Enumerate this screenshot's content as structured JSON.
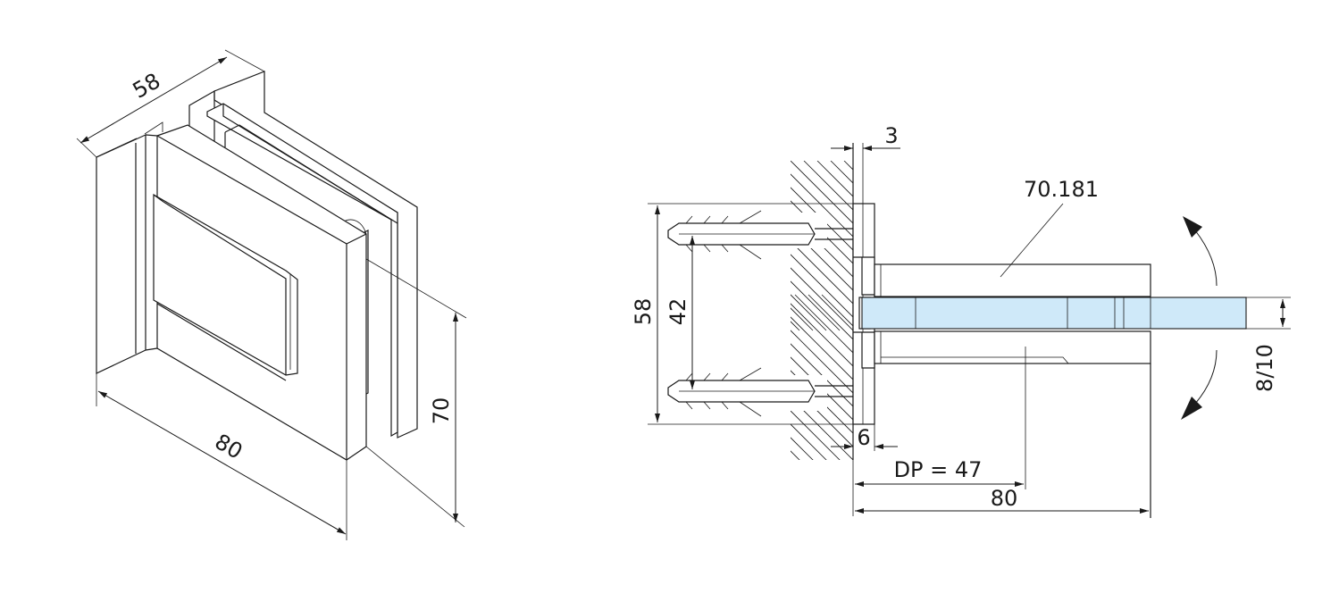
{
  "iso_view": {
    "dim_depth": "58",
    "dim_width": "80",
    "dim_height": "70"
  },
  "section_view": {
    "dim_gap": "3",
    "part_number": "70.181",
    "dim_height": "58",
    "dim_hole_spacing": "42",
    "dim_glass_thickness": "8/10",
    "dim_plate": "6",
    "dim_dp": "DP = 47",
    "dim_length": "80"
  },
  "colors": {
    "line": "#1a1a1a",
    "glass": "#cfe9f9"
  }
}
